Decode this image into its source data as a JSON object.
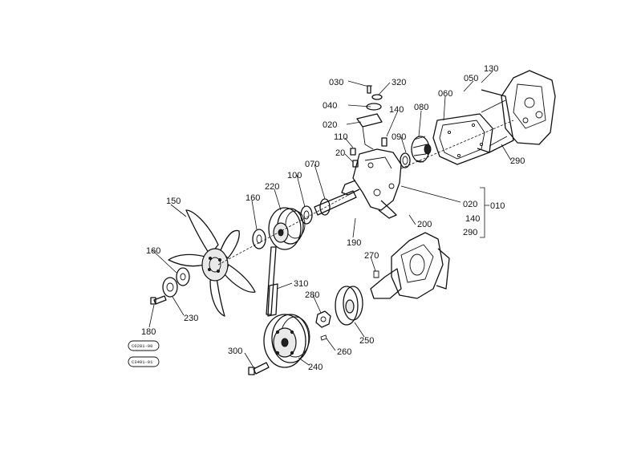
{
  "callouts": {
    "c030": "030",
    "c320": "320",
    "c130": "130",
    "c050": "050",
    "c040": "040",
    "c140a": "140",
    "c080": "080",
    "c060": "060",
    "c020a": "020",
    "c110": "110",
    "c090": "090",
    "c020b": "20",
    "c070": "070",
    "c100": "100",
    "c220": "220",
    "c160a": "160",
    "c150": "150",
    "c290a": "290",
    "c020c": "020",
    "c010": "010",
    "c140b": "140",
    "c290b": "290",
    "c200": "200",
    "c190": "190",
    "c160b": "160",
    "c270": "270",
    "c310": "310",
    "c280": "280",
    "c230": "230",
    "c180": "180",
    "c250": "250",
    "c260": "260",
    "c300": "300",
    "c240": "240"
  },
  "stamp": {
    "line1": "C0281-00",
    "line2": "C3491-01"
  }
}
